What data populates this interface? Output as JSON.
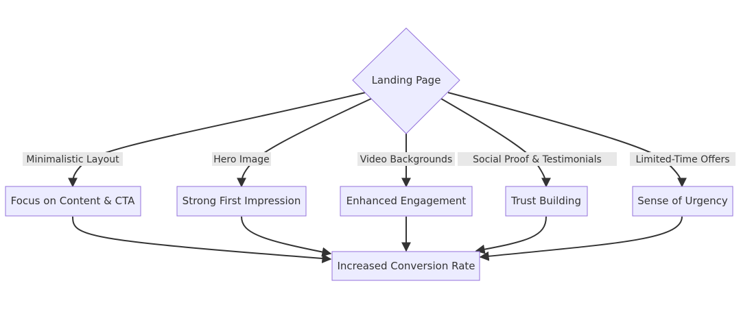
{
  "diagram": {
    "type": "flowchart",
    "colors": {
      "node_fill": "#ECECFF",
      "node_stroke": "#9370DB",
      "edge": "#333333",
      "label_bg": "#e8e8e8",
      "text": "#333333"
    },
    "root": {
      "id": "landing",
      "label": "Landing Page",
      "shape": "diamond"
    },
    "branches": [
      {
        "edge_label": "Minimalistic Layout",
        "node_label": "Focus on Content & CTA"
      },
      {
        "edge_label": "Hero Image",
        "node_label": "Strong First Impression"
      },
      {
        "edge_label": "Video Backgrounds",
        "node_label": "Enhanced Engagement"
      },
      {
        "edge_label": "Social Proof & Testimonials",
        "node_label": "Trust Building"
      },
      {
        "edge_label": "Limited-Time Offers",
        "node_label": "Sense of Urgency"
      }
    ],
    "sink": {
      "id": "conversion",
      "label": "Increased Conversion Rate",
      "shape": "rect"
    }
  }
}
